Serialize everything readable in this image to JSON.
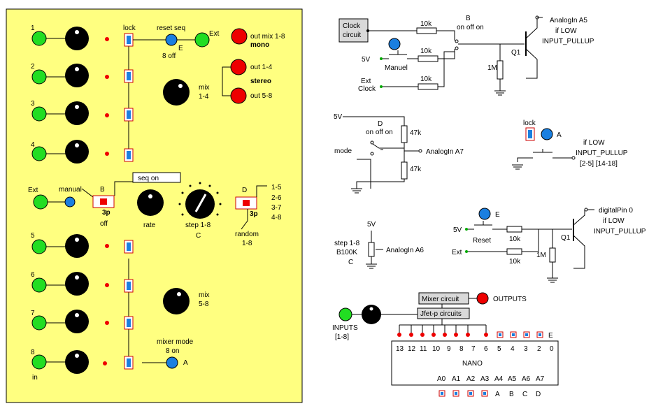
{
  "panel": {
    "channels_top": [
      "1",
      "2",
      "3",
      "4"
    ],
    "channels_bottom": [
      "5",
      "6",
      "7",
      "8"
    ],
    "in_label": "in",
    "lock": "lock",
    "reset_seq": "reset seq",
    "e_label": "E",
    "eight_off": "8 off",
    "ext": "Ext",
    "out_mix": "out mix 1-8",
    "mono": "mono",
    "out_14": "out 1-4",
    "stereo": "stereo",
    "out_58": "out 5-8",
    "mix_14_a": "mix",
    "mix_14_b": "1-4",
    "mix_58_a": "mix",
    "mix_58_b": "5-8",
    "seq_on": "seq on",
    "ext2": "Ext",
    "manual": "manual",
    "b_label": "B",
    "threep": "3p",
    "off": "off",
    "rate": "rate",
    "step_18": "step 1-8",
    "c_label": "C",
    "d_label": "D",
    "threep2": "3p",
    "random_a": "random",
    "random_b": "1-8",
    "ranges": [
      "1-5",
      "2-6",
      "3-7",
      "4-8"
    ],
    "mixer_mode": "mixer mode",
    "eight_on": "8 on",
    "a_label": "A"
  },
  "schem1": {
    "clock_a": "Clock",
    "clock_b": "circuit",
    "fivev": "5V",
    "manuel": "Manuel",
    "ext_a": "Ext",
    "ext_b": "Clock",
    "r1": "10k",
    "r2": "10k",
    "r3": "10k",
    "b": "B",
    "onoffon": "on off on",
    "q1": "Q1",
    "onem": "1M",
    "analog": "AnalogIn A5",
    "iflow": "if LOW",
    "pullup": "INPUT_PULLUP"
  },
  "schem2": {
    "fivev": "5V",
    "d": "D",
    "onoffon": "on off on",
    "mode": "mode",
    "r1": "47k",
    "r2": "47k",
    "analog": "AnalogIn A7"
  },
  "schem3": {
    "lock": "lock",
    "a": "A",
    "iflow": "if LOW",
    "pullup": "INPUT_PULLUP",
    "pins": "[2-5] [14-18]"
  },
  "schem4": {
    "fivev": "5V",
    "step_a": "step 1-8",
    "step_b": "B100K",
    "step_c": "C",
    "analog": "AnalogIn A6"
  },
  "schem5": {
    "e": "E",
    "fivev": "5V",
    "reset": "Reset",
    "ext": "Ext",
    "r1": "10k",
    "r2": "10k",
    "onem": "1M",
    "q1": "Q1",
    "digital": "digitalPin 0",
    "iflow": "if LOW",
    "pullup": "INPUT_PULLUP"
  },
  "schem6": {
    "mixer": "Mixer  circuit",
    "outputs": "OUTPUTS",
    "jfet": "Jfet-p circuits",
    "inputs_a": "INPUTS",
    "inputs_b": "[1-8]",
    "e": "E",
    "digital_pins": [
      "13",
      "12",
      "11",
      "10",
      "9",
      "8",
      "7",
      "6",
      "5",
      "4",
      "3",
      "2",
      "0"
    ],
    "nano": "NANO",
    "analog_pins": [
      "A0",
      "A1",
      "A2",
      "A3",
      "A4",
      "A5",
      "A6",
      "A7"
    ],
    "bottom": [
      "A",
      "B",
      "C",
      "D"
    ]
  },
  "colors": {
    "panel": "#ffff80",
    "jack": "#22dd22",
    "out": "#ee0000",
    "led": "#1a7fe0"
  }
}
